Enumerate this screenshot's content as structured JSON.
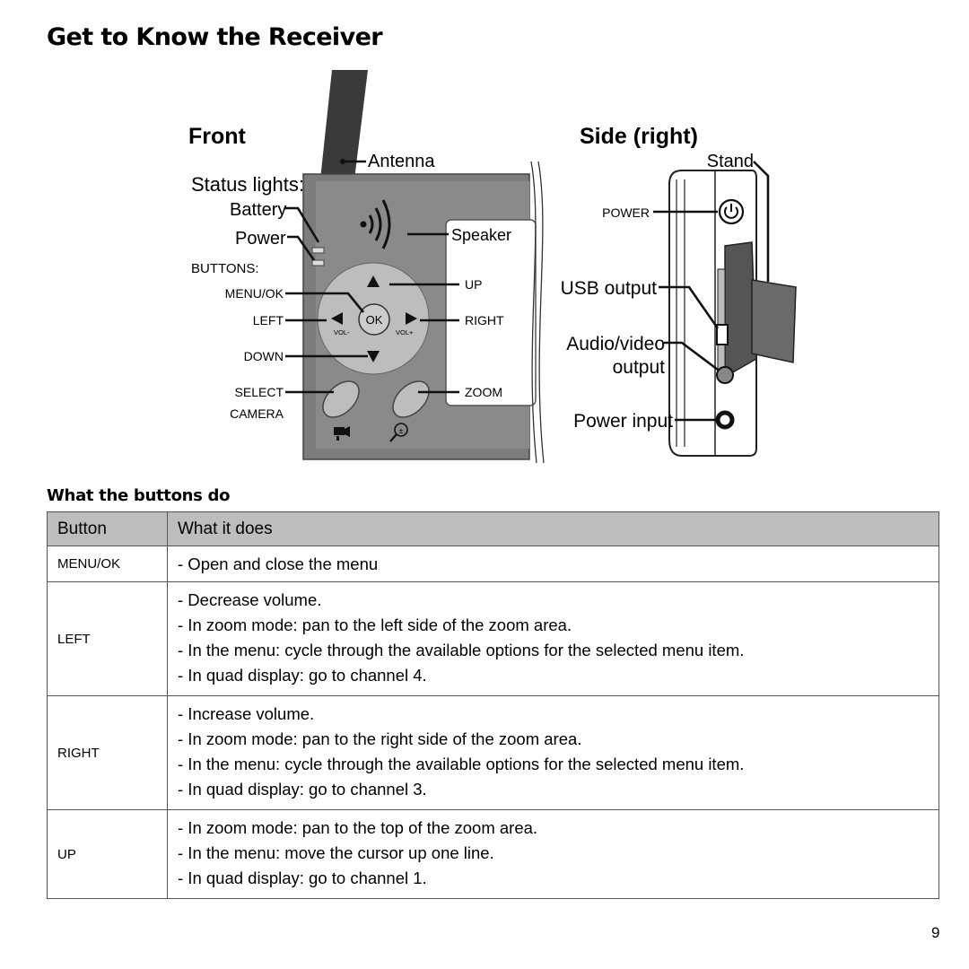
{
  "page_title": "Get to Know the Receiver",
  "front": {
    "title": "Front",
    "antenna": "Antenna",
    "status_lights": "Status lights:",
    "battery": "Battery",
    "power": "Power",
    "buttons_heading": "BUTTONS:",
    "menu_ok": "MENU/OK",
    "left": "LEFT",
    "down": "DOWN",
    "select_camera_1": "SELECT",
    "select_camera_2": "CAMERA",
    "speaker": "Speaker",
    "up": "UP",
    "right": "RIGHT",
    "zoom": "ZOOM",
    "ok_key": "OK",
    "vol_minus": "VOL-",
    "vol_plus": "VOL+"
  },
  "side": {
    "title": "Side (right)",
    "stand": "Stand",
    "power": "POWER",
    "usb": "USB output",
    "av_1": "Audio/video",
    "av_2": "output",
    "power_input": "Power input"
  },
  "section_title": "What the buttons do",
  "table": {
    "headers": [
      "Button",
      "What it does"
    ],
    "rows": [
      {
        "button": "MENU/OK",
        "lines": [
          "- Open and close the menu"
        ]
      },
      {
        "button": "LEFT",
        "lines": [
          "- Decrease volume.",
          "- In zoom mode: pan to the left side of the zoom area.",
          "- In the menu: cycle through the available options for the selected menu item.",
          "- In quad display: go to channel 4."
        ]
      },
      {
        "button": "RIGHT",
        "lines": [
          "- Increase volume.",
          "- In zoom mode: pan to the right side of the zoom area.",
          "- In the menu: cycle through the available options for the selected menu item.",
          "- In quad display: go to channel 3."
        ]
      },
      {
        "button": "UP",
        "lines": [
          "- In zoom mode: pan to the top of the zoom area.",
          "- In the menu: move the cursor up one line.",
          "- In quad display: go to channel 1."
        ]
      }
    ]
  },
  "page_number": "9"
}
